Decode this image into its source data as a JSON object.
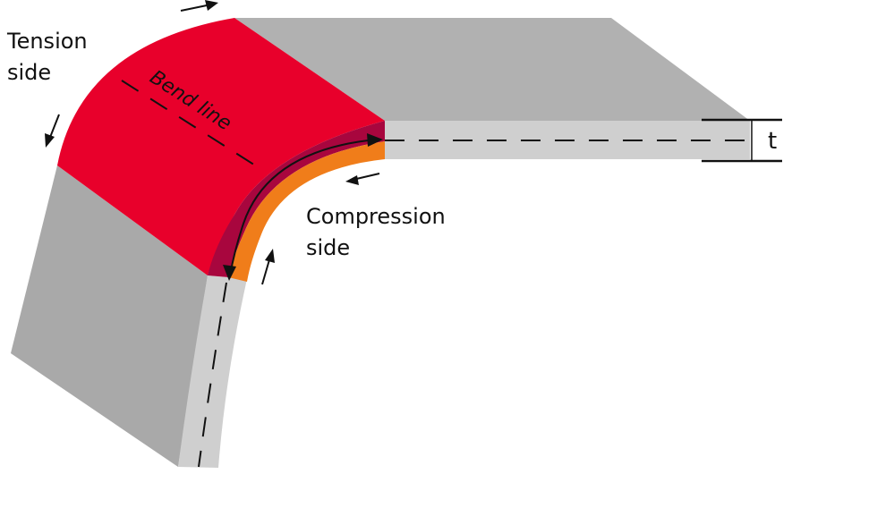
{
  "labels": {
    "tension_line1": "Tension",
    "tension_line2": "side",
    "bend_line": "Bend line",
    "compression_line1": "Compression",
    "compression_line2": "side",
    "thickness": "t"
  },
  "colors": {
    "tension_zone": "#e8002b",
    "tension_zone_inner": "#a8063e",
    "compression_zone": "#f07d1a",
    "plate_top": "#b1b1b1",
    "plate_edge": "#cfcfcf",
    "plate_side": "#a9a9a9"
  }
}
